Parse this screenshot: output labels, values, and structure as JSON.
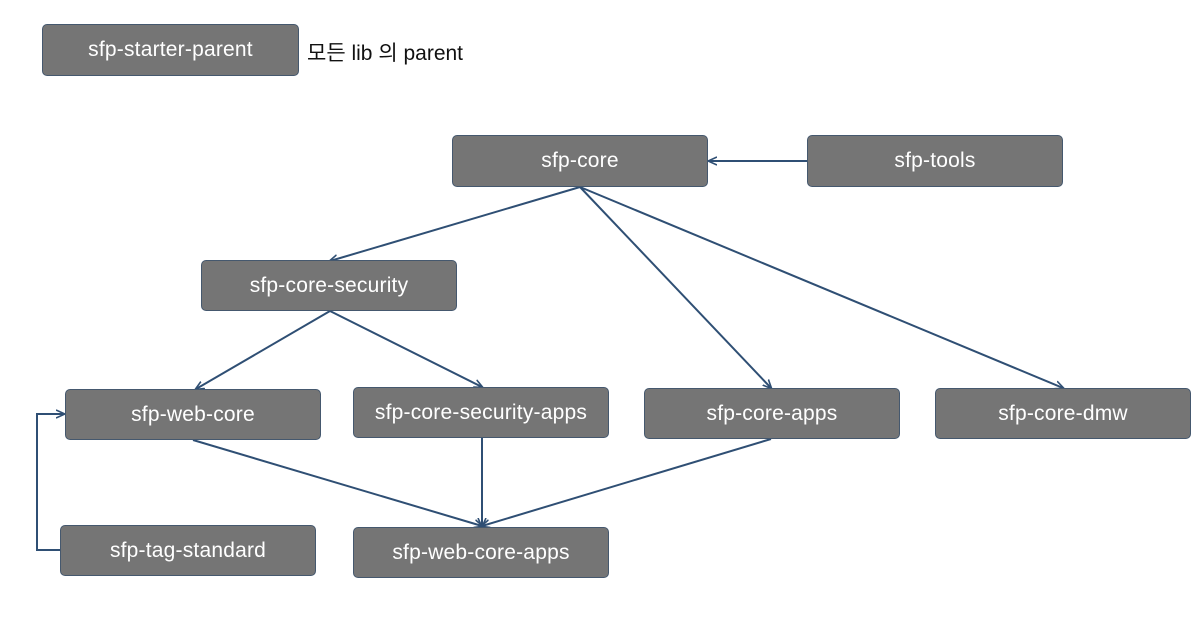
{
  "legend": {
    "node_label": "sfp-starter-parent",
    "caption": "모든 lib 의 parent"
  },
  "nodes": {
    "core": "sfp-core",
    "tools": "sfp-tools",
    "core_security": "sfp-core-security",
    "web_core": "sfp-web-core",
    "core_security_apps": "sfp-core-security-apps",
    "core_apps": "sfp-core-apps",
    "core_dmw": "sfp-core-dmw",
    "tag_standard": "sfp-tag-standard",
    "web_core_apps": "sfp-web-core-apps"
  },
  "colors": {
    "node_fill": "#757575",
    "node_border": "#45586e",
    "node_text": "#ffffff",
    "edge": "#2f4f74"
  }
}
